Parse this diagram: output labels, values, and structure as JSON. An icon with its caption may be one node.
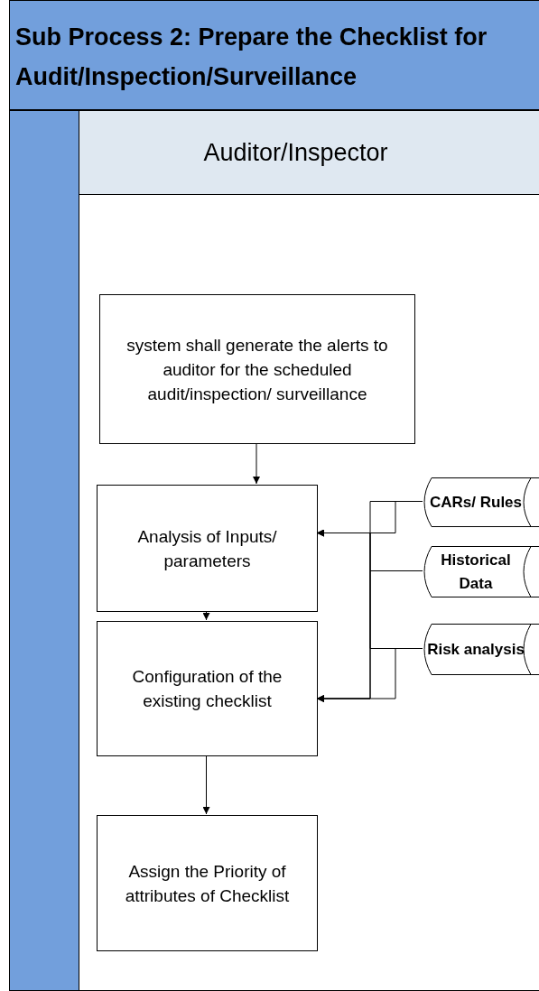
{
  "diagram": {
    "title": "Sub Process  2: Prepare the Checklist for Audit/Inspection/Surveillance",
    "nodes": [
      {
        "text": [
          "Auditor/Inspector"
        ]
      },
      {
        "text": [
          "system shall generate the alerts to auditor for the scheduled audit/inspection/ surveillance"
        ],
        "in": 0
      },
      {
        "text": [
          "Analysis of Inputs/ parameters"
        ],
        "in": 0
      },
      {
        "text": [
          "Configuration of  the existing checklist"
        ],
        "in": 0
      },
      {
        "text": [
          "Assign the Priority of attributes of Checklist"
        ],
        "in": 0
      },
      {
        "text": [
          "CARs/ Rules"
        ],
        "in": 0
      },
      {
        "text": [
          "Historical Data"
        ],
        "in": 0
      },
      {
        "text": [
          "Risk analysis"
        ],
        "in": 0
      }
    ],
    "edges": [
      {
        "from": 1,
        "to": 2,
        "arrow": "to"
      },
      {
        "from": 2,
        "to": 3,
        "arrow": "to"
      },
      {
        "from": 3,
        "to": 4,
        "arrow": "to"
      },
      {
        "from": 5,
        "to": 2,
        "arrow": "to"
      },
      {
        "from": 5,
        "to": 3,
        "arrow": "to"
      },
      {
        "from": 6,
        "to": 2,
        "arrow": "to"
      },
      {
        "from": 6,
        "to": 3,
        "arrow": "to"
      },
      {
        "from": 7,
        "to": 2,
        "arrow": "to"
      },
      {
        "from": 7,
        "to": 3,
        "arrow": "to"
      }
    ]
  }
}
